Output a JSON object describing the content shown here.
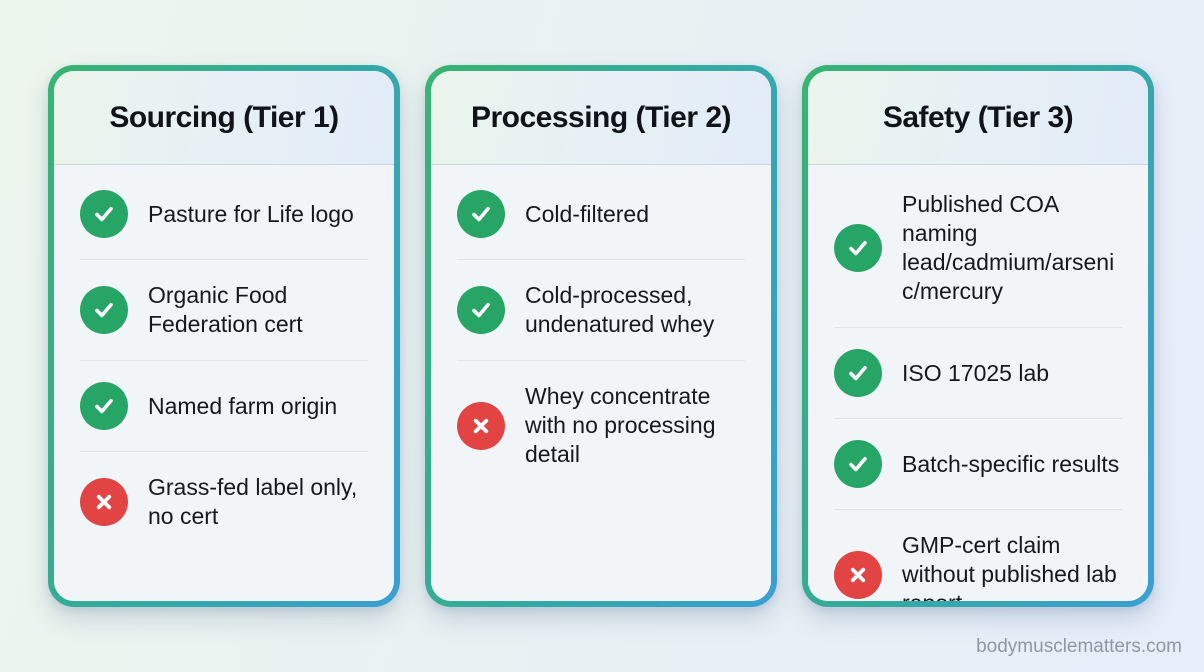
{
  "page": {
    "watermark": "bodymusclematters.com",
    "colors": {
      "pass_green": "#27a567",
      "fail_red": "#e24343",
      "border_gradient_start": "#38b472",
      "border_gradient_end": "#3b9fd3",
      "background_left": "#edf6ed",
      "background_right": "#e7eefa"
    },
    "icons": {
      "pass": "check-icon",
      "fail": "x-icon"
    }
  },
  "cards": [
    {
      "title": "Sourcing (Tier 1)",
      "items": [
        {
          "status": "pass",
          "label": "Pasture for Life logo"
        },
        {
          "status": "pass",
          "label": "Organic Food Federation cert"
        },
        {
          "status": "pass",
          "label": "Named farm origin"
        },
        {
          "status": "fail",
          "label": "Grass-fed label only, no cert"
        }
      ]
    },
    {
      "title": "Processing (Tier 2)",
      "items": [
        {
          "status": "pass",
          "label": "Cold-filtered"
        },
        {
          "status": "pass",
          "label": "Cold-processed, undenatured whey"
        },
        {
          "status": "fail",
          "label": "Whey concentrate with no processing detail"
        }
      ]
    },
    {
      "title": "Safety (Tier 3)",
      "items": [
        {
          "status": "pass",
          "label": "Published COA naming lead/cadmium/arsenic/mercury"
        },
        {
          "status": "pass",
          "label": "ISO 17025 lab"
        },
        {
          "status": "pass",
          "label": "Batch-specific results"
        },
        {
          "status": "fail",
          "label": "GMP-cert claim without published lab report"
        }
      ]
    }
  ]
}
